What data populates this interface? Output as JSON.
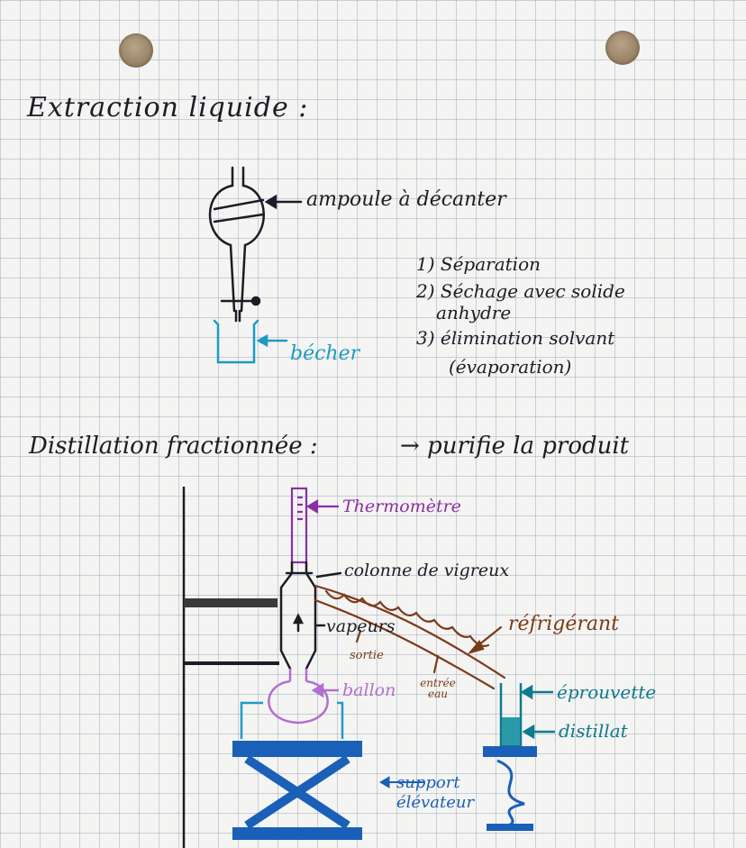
{
  "sections": {
    "extraction": {
      "title": "Extraction liquide :",
      "labels": {
        "funnel": "ampoule à décanter",
        "beaker": "bécher"
      },
      "steps": [
        "1) Séparation",
        "2) Séchage avec solide",
        "anhydre",
        "3) élimination solvant",
        "(évaporation)"
      ]
    },
    "distillation": {
      "title": "Distillation fractionnée :",
      "purpose": "→ purifie la produit",
      "labels": {
        "thermometer": "Thermomètre",
        "column": "colonne de vigreux",
        "vapours": "vapeurs",
        "condenser": "réfrigérant",
        "water_out": "sortie",
        "water_in": "entrée eau",
        "flask": "ballon",
        "cylinder": "éprouvette",
        "distillate": "distillat",
        "lab_jack": "support élévateur"
      }
    }
  },
  "ink_colors": {
    "black": "#1c1c24",
    "blue": "#1f9ac7",
    "purple": "#8a2fa4",
    "brown": "#7a3a1a",
    "teal": "#0f7a8e",
    "jack_blue": "#1a5fb8"
  }
}
